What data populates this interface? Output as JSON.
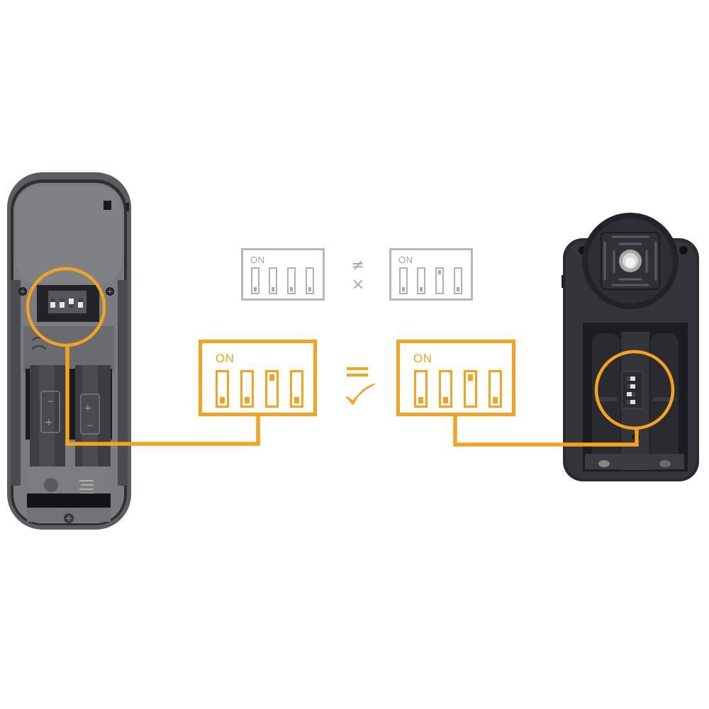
{
  "colors": {
    "accent": "#F5A21E",
    "gray_line": "#B5B5B5",
    "gray_fill": "#A8A8A8",
    "background": "#FFFFFF",
    "device_dark": "#2B2C31",
    "device_gray": "#6E6F73"
  },
  "devices": {
    "transmitter": {
      "name": "remote-transmitter",
      "label": "Transmitter (battery compartment open)"
    },
    "receiver": {
      "name": "flash-receiver",
      "label": "Receiver (hot-shoe, battery compartment open)"
    }
  },
  "mismatch_row": {
    "left_switch": {
      "label": "ON",
      "positions": [
        "off",
        "off",
        "off",
        "off"
      ]
    },
    "operator": "≠",
    "result": "×",
    "right_switch": {
      "label": "ON",
      "positions": [
        "off",
        "off",
        "on",
        "off"
      ]
    }
  },
  "match_row": {
    "left_switch": {
      "label": "ON",
      "positions": [
        "off",
        "off",
        "on",
        "off"
      ]
    },
    "operator": "=",
    "result": "✓",
    "right_switch": {
      "label": "ON",
      "positions": [
        "off",
        "off",
        "on",
        "off"
      ]
    }
  }
}
